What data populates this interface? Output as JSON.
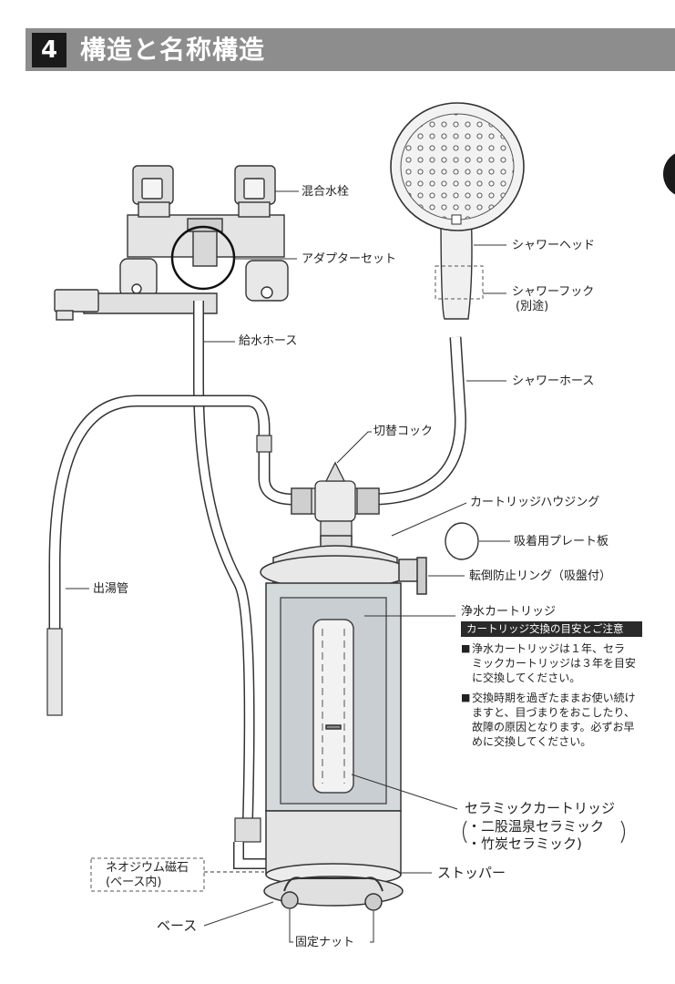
{
  "header": {
    "number": "4",
    "title": "構造と名称構造"
  },
  "labels": {
    "faucet": "混合水栓",
    "adapter": "アダプターセット",
    "supply_hose": "給水ホース",
    "shower_head": "シャワーヘッド",
    "shower_hook": "シャワーフック",
    "shower_hook_note": "(別途)",
    "shower_hose": "シャワーホース",
    "switch_cock": "切替コック",
    "housing": "カートリッジハウジング",
    "suction_plate": "吸着用プレート板",
    "anti_tip_ring": "転倒防止リング（吸盤付）",
    "outlet_pipe": "出湯管",
    "filter_cartridge": "浄水カートリッジ",
    "ceramic_cartridge": "セラミックカートリッジ",
    "ceramic_type_1": "・二股温泉セラミック",
    "ceramic_type_2": "・竹炭セラミック)",
    "neodymium": "ネオジウム磁石",
    "neodymium_note": "(ベース内)",
    "stopper": "ストッパー",
    "base": "ベース",
    "fixing_nut": "固定ナット"
  },
  "notice": {
    "heading": "カートリッジ交換の目安とご注意",
    "bullet_symbol": "■",
    "item_1": "浄水カートリッジは１年、セラ\nミックカートリッジは３年を目安\nに交換してください。",
    "item_2": "交換時期を過ぎたままお使い続け\nますと、目づまりをおこしたり、\n故障の原因となります。必ずお早\nめに交換してください。"
  }
}
